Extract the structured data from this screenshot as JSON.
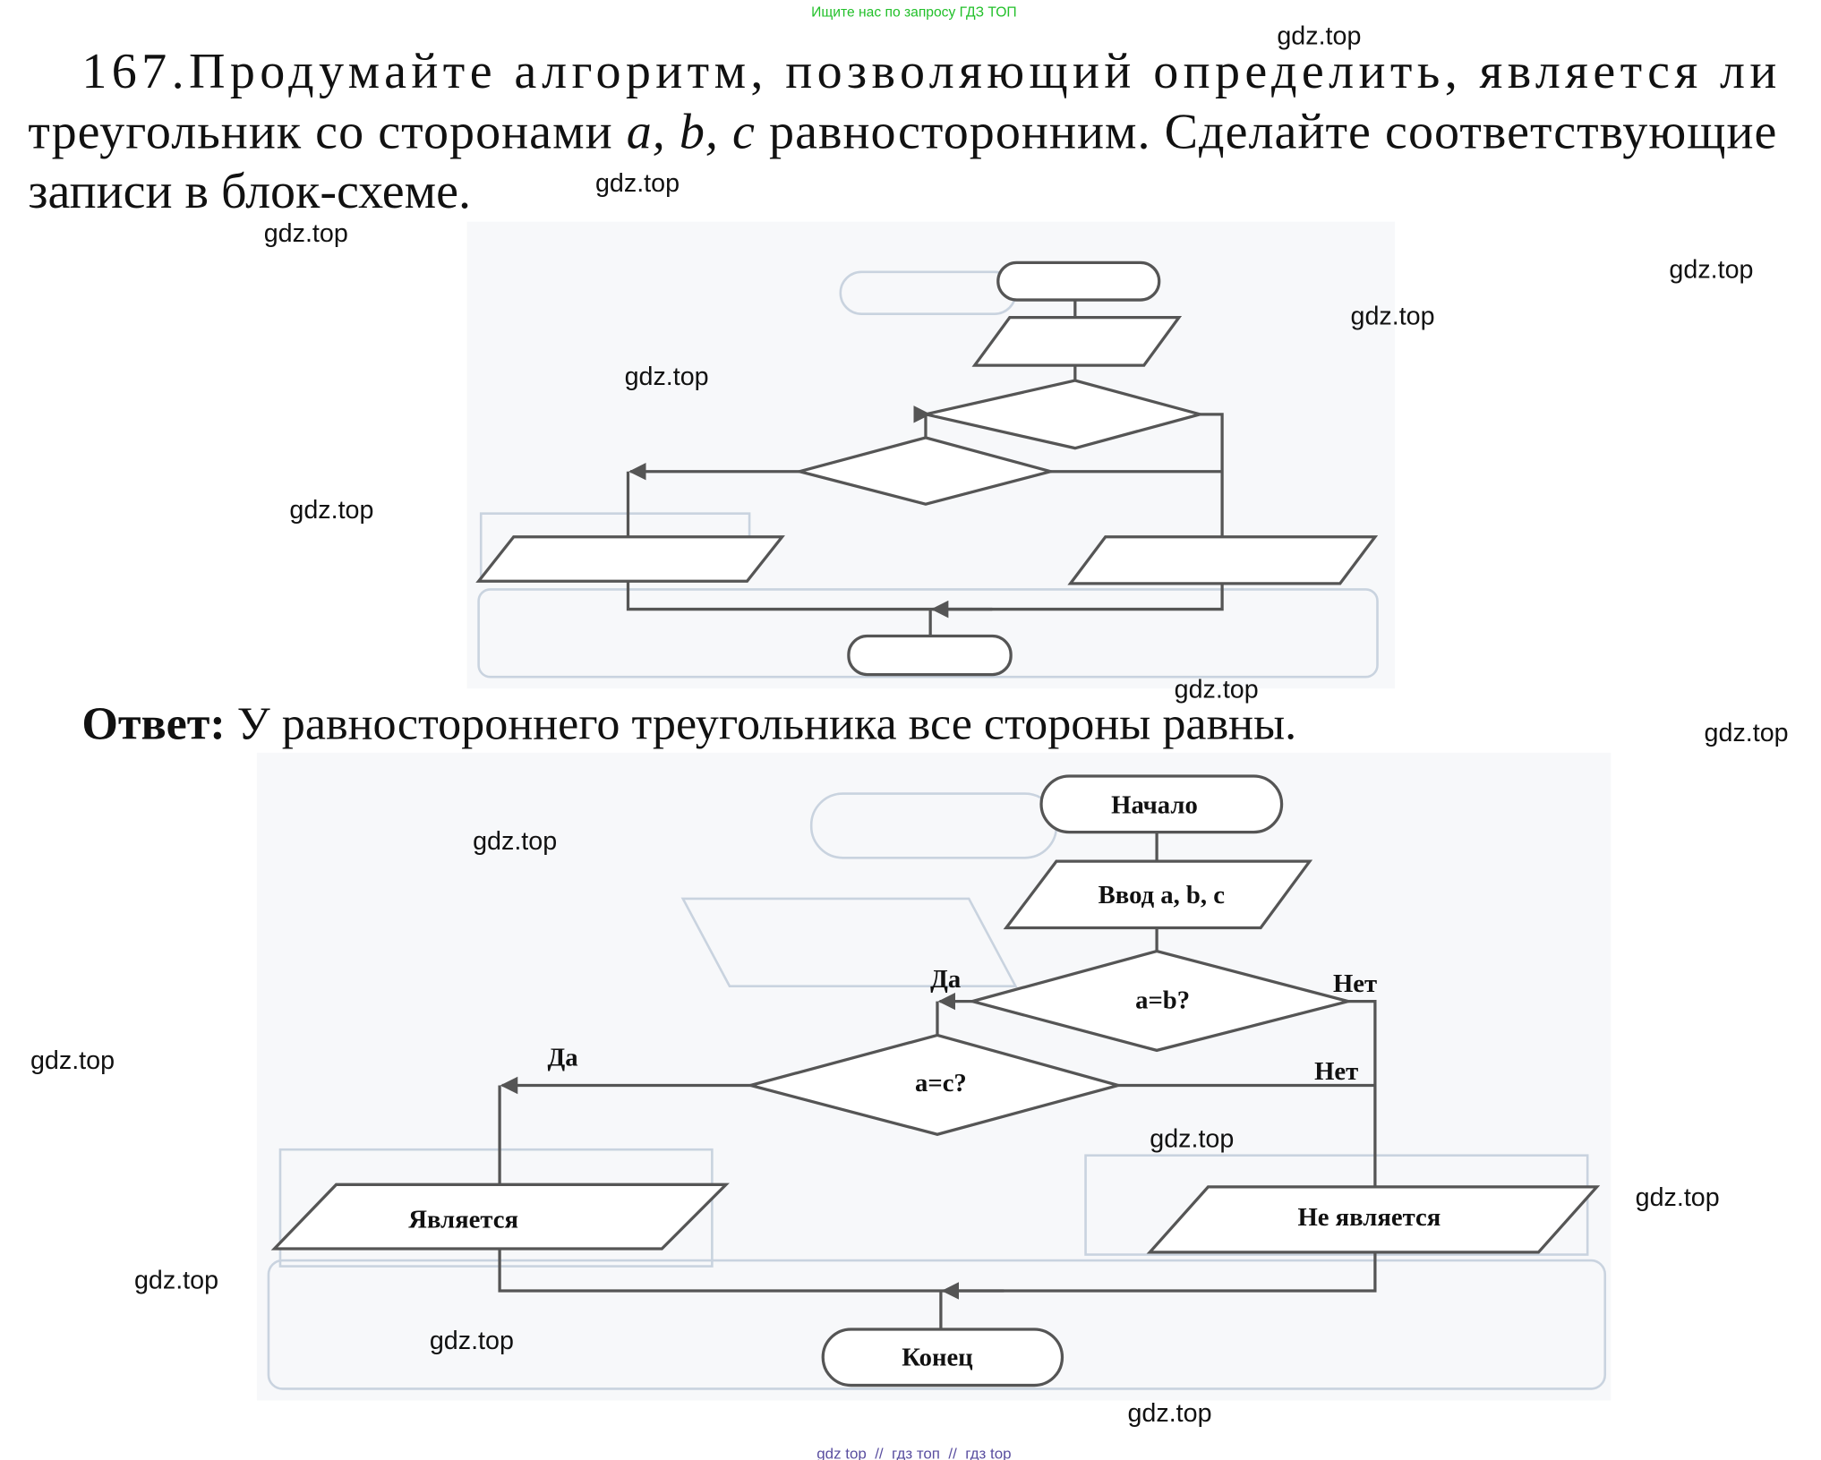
{
  "header": {
    "search_hint": "Ищите нас по запросу ГДЗ ТОП",
    "hint_color": "#22c02a"
  },
  "task": {
    "lines": [
      "167.Продумайте алгоритм, позволяющий определить, является ли",
      "треугольник со сторонами ",
      "a, b, c",
      " равносторонним. Сделайте соответствующие",
      "записи в блок-схеме."
    ]
  },
  "answer": {
    "label": "Ответ:",
    "text": " У равностороннего треугольника все стороны равны."
  },
  "flowchart": {
    "start": "Начало",
    "input": "Ввод a, b, c",
    "cond1": "a=b?",
    "cond2": "a=c?",
    "yes": "Да",
    "no": "Нет",
    "out_yes": "Является",
    "out_no": "Не является",
    "end": "Конец"
  },
  "watermark": "gdz.top",
  "footer": {
    "text": "gdz top  //  гдз топ  //  гдз top",
    "color": "#5a4fa0"
  }
}
